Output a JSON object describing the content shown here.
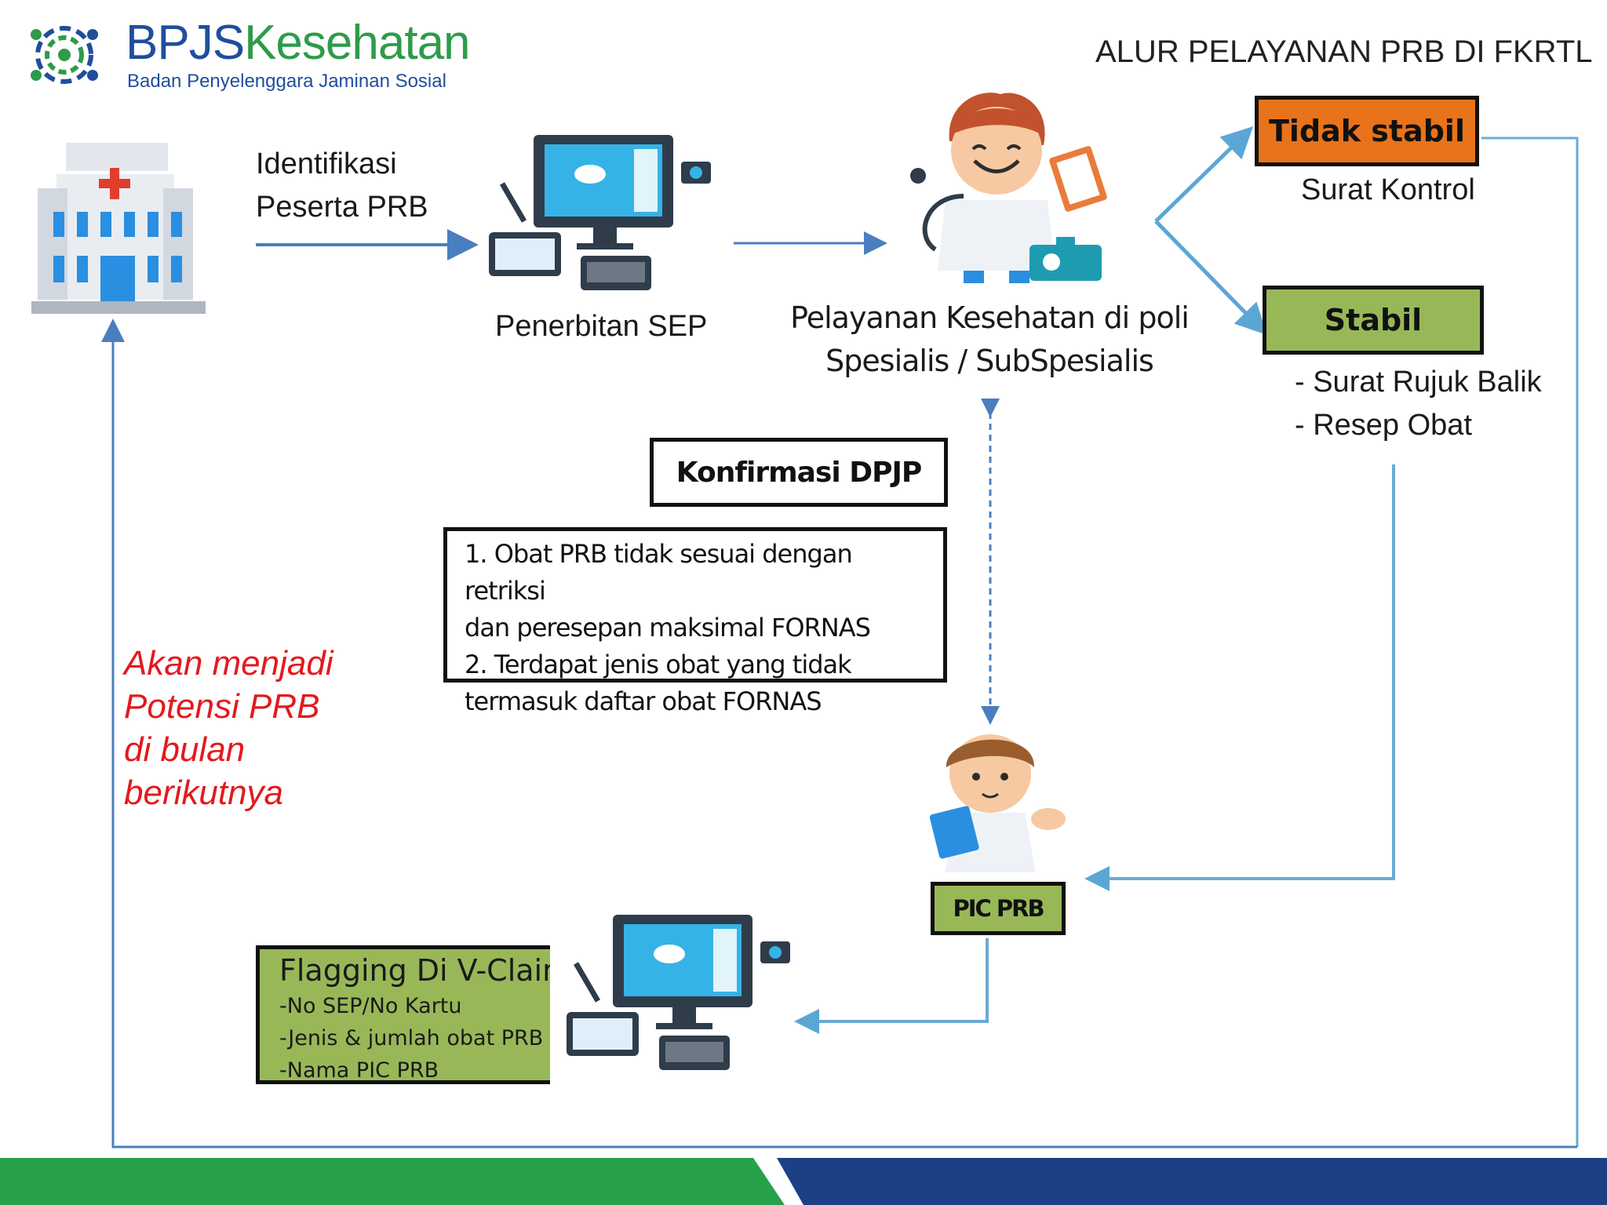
{
  "brand": {
    "name_part1": "BPJS",
    "name_part2": "Kesehatan",
    "tagline": "Badan Penyelenggara Jaminan Sosial",
    "colors": {
      "blue": "#1f4e9c",
      "green": "#2e9b49"
    }
  },
  "title": "ALUR PELAYANAN PRB DI FKRTL",
  "steps": {
    "identification": [
      "Identifikasi",
      "Peserta PRB"
    ],
    "sep": "Penerbitan SEP",
    "service": [
      "Pelayanan Kesehatan di poli",
      "Spesialis / SubSpesialis"
    ]
  },
  "outcomes": {
    "unstable": {
      "label": "Tidak stabil",
      "sub": "Surat Kontrol",
      "color": "#e8731a"
    },
    "stable": {
      "label": "Stabil",
      "items": [
        "- Surat Rujuk Balik",
        "- Resep Obat"
      ],
      "color": "#98b858"
    }
  },
  "confirmation": {
    "label": "Konfirmasi DPJP",
    "lines": [
      "1. Obat PRB tidak sesuai dengan retriksi",
      "dan peresepan maksimal FORNAS",
      "2. Terdapat jenis obat yang tidak",
      "termasuk daftar obat FORNAS"
    ]
  },
  "pic": {
    "label": "PIC PRB"
  },
  "flagging": {
    "title": "Flagging Di V-Claim",
    "items": [
      "-No SEP/No Kartu",
      "-Jenis & jumlah obat PRB",
      "-Nama PIC PRB"
    ]
  },
  "note": [
    "Akan menjadi",
    "Potensi PRB",
    "di bulan",
    "berikutnya"
  ],
  "icons": [
    "bpjs-logo-icon",
    "hospital-icon",
    "computer-icon",
    "doctor-icon",
    "pic-nurse-icon"
  ],
  "colors": {
    "arrow": "#4a7fbf",
    "flow_line": "#6aaad4",
    "note": "#e3191e",
    "footer_green": "#27a24a",
    "footer_navy": "#1d3f86"
  }
}
